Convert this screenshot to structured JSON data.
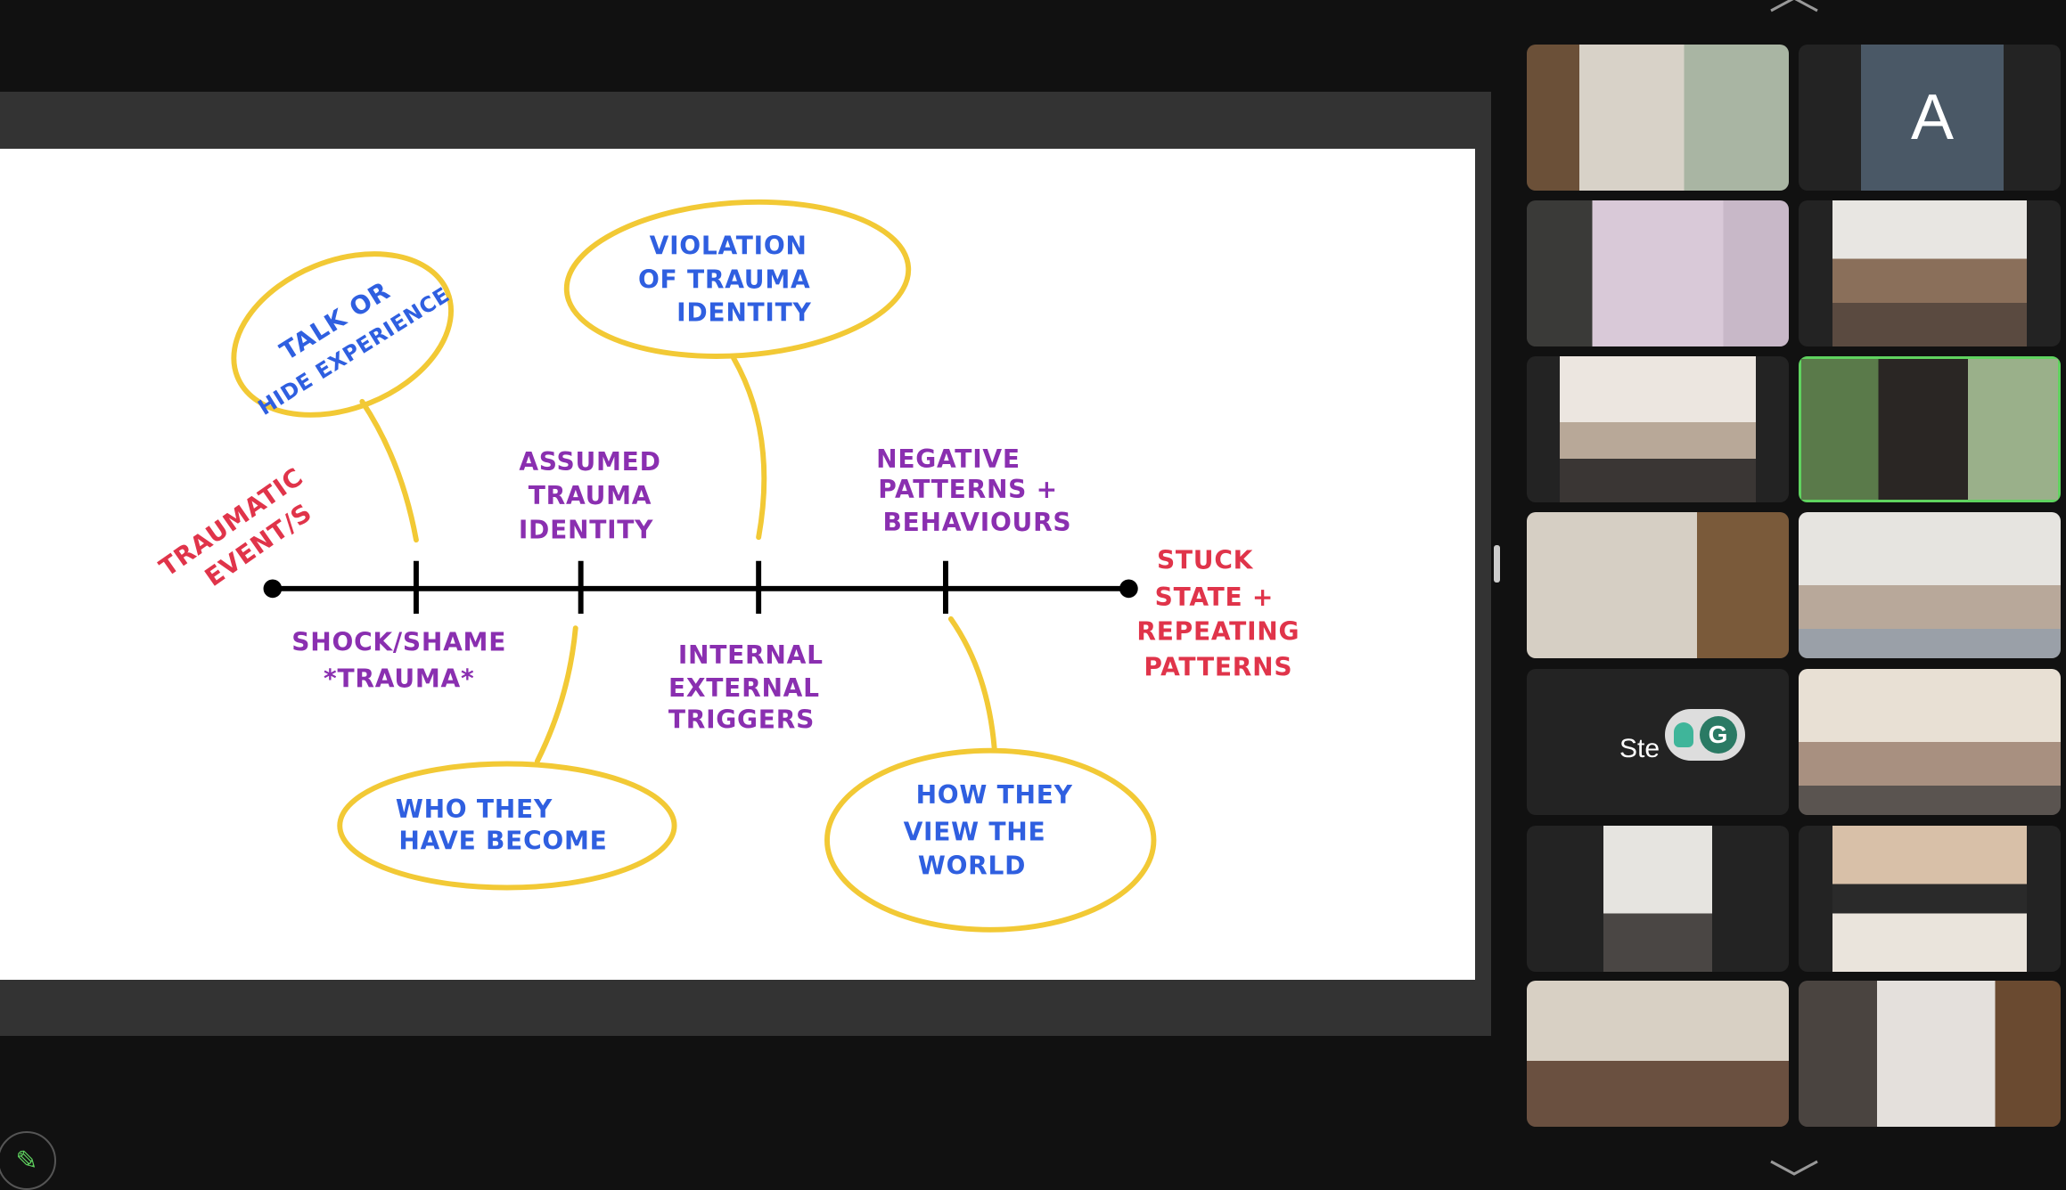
{
  "whiteboard": {
    "start_label": [
      "TRAUMATIC",
      "EVENT/S"
    ],
    "end_label": [
      "STUCK",
      "STATE +",
      "REPEATING",
      "PATTERNS"
    ],
    "below": {
      "shock": [
        "SHOCK/SHAME",
        "*TRAUMA*"
      ],
      "triggers": [
        "INTERNAL",
        "EXTERNAL",
        "TRIGGERS"
      ]
    },
    "above": {
      "assumed": [
        "ASSUMED",
        "TRAUMA",
        "IDENTITY"
      ],
      "negative": [
        "NEGATIVE",
        "PATTERNS +",
        "BEHAVIOURS"
      ]
    },
    "bubbles": {
      "talk": [
        "TALK OR",
        "HIDE EXPERIENCE"
      ],
      "violation": [
        "VIOLATION",
        "OF TRAUMA",
        "IDENTITY"
      ],
      "who": [
        "WHO THEY",
        "HAVE BECOME"
      ],
      "how": [
        "HOW THEY",
        "VIEW THE",
        "WORLD"
      ]
    },
    "colors": {
      "red": "#e0344a",
      "purple": "#8a2fb0",
      "blue": "#2f5fe0",
      "yellow": "#f2c935"
    }
  },
  "gallery": {
    "avatar_initial": "A",
    "participant_name": "Ste",
    "grammarly_label": "G",
    "active_speaker_color": "#5fd35f"
  }
}
